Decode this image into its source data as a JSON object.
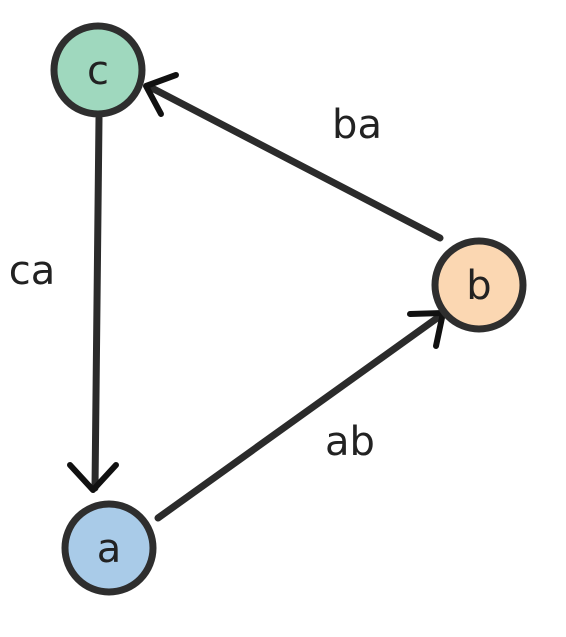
{
  "diagram": {
    "nodes": {
      "c": {
        "label": "c",
        "fill": "#9fd8be"
      },
      "b": {
        "label": "b",
        "fill": "#fbd7b2"
      },
      "a": {
        "label": "a",
        "fill": "#a9cbe8"
      }
    },
    "edges": {
      "ba": {
        "label": "ba"
      },
      "ca": {
        "label": "ca"
      },
      "ab": {
        "label": "ab"
      }
    }
  }
}
